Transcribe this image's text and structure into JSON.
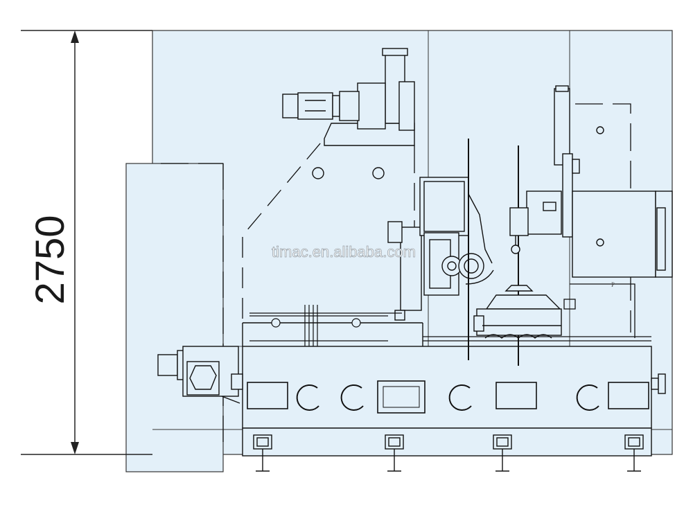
{
  "drawing": {
    "height_dimension": "2750",
    "watermark": "timac.en.alibaba.com",
    "plate_label": "P"
  },
  "colors": {
    "panel_fill": "#e3f0f9",
    "line": "#111111",
    "dim_line": "#222222"
  }
}
